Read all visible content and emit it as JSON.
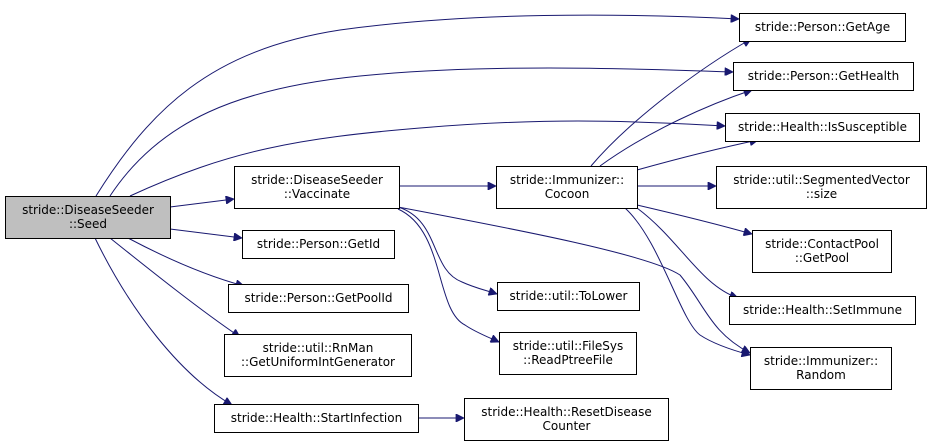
{
  "graph": {
    "nodes": {
      "seed": [
        "stride::DiseaseSeeder",
        "::Seed"
      ],
      "vaccinate": [
        "stride::DiseaseSeeder",
        "::Vaccinate"
      ],
      "getid": [
        "stride::Person::GetId"
      ],
      "getpoolid": [
        "stride::Person::GetPoolId"
      ],
      "rnman": [
        "stride::util::RnMan",
        "::GetUniformIntGenerator"
      ],
      "startinfection": [
        "stride::Health::StartInfection"
      ],
      "cocoon": [
        "stride::Immunizer::",
        "Cocoon"
      ],
      "tolower": [
        "stride::util::ToLower"
      ],
      "readptree": [
        "stride::util::FileSys",
        "::ReadPtreeFile"
      ],
      "resetdisease": [
        "stride::Health::ResetDisease",
        "Counter"
      ],
      "getage": [
        "stride::Person::GetAge"
      ],
      "gethealth": [
        "stride::Person::GetHealth"
      ],
      "issusceptible": [
        "stride::Health::IsSusceptible"
      ],
      "segsize": [
        "stride::util::SegmentedVector",
        "::size"
      ],
      "getpool": [
        "stride::ContactPool",
        "::GetPool"
      ],
      "setimmune": [
        "stride::Health::SetImmune"
      ],
      "random": [
        "stride::Immunizer::",
        "Random"
      ]
    }
  },
  "colors": {
    "edge": "#191970",
    "root_fill": "#bfbfbf",
    "node_fill": "#ffffff",
    "node_border": "#000000"
  }
}
